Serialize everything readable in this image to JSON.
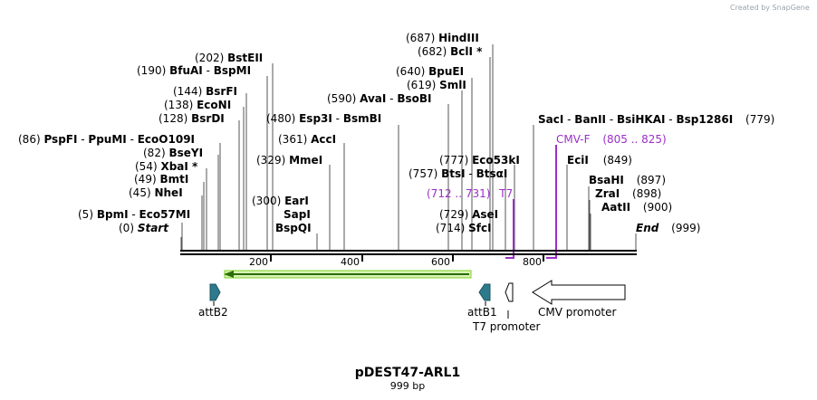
{
  "credit": "Created by SnapGene",
  "map_title": "pDEST47-ARL1",
  "map_subtitle": "999 bp",
  "scale": {
    "total_bp": 999,
    "ticks": [
      "200",
      "400",
      "600",
      "800"
    ]
  },
  "sites": [
    {
      "pos": "(0)",
      "name": "Start"
    },
    {
      "pos": "(5)",
      "name": "BpmI",
      "name2": "Eco57MI"
    },
    {
      "pos": "(45)",
      "name": "NheI"
    },
    {
      "pos": "(49)",
      "name": "BmtI"
    },
    {
      "pos": "(54)",
      "name": "XbaI *"
    },
    {
      "pos": "(82)",
      "name": "BseYI"
    },
    {
      "pos": "(86)",
      "name": "PspFI",
      "name2": "PpuMI",
      "name3": "EcoO109I"
    },
    {
      "pos": "(128)",
      "name": "BsrDI"
    },
    {
      "pos": "(138)",
      "name": "EcoNI"
    },
    {
      "pos": "(144)",
      "name": "BsrFI"
    },
    {
      "pos": "(190)",
      "name": "BfuAI",
      "name2": "BspMI"
    },
    {
      "pos": "(202)",
      "name": "BstEII"
    },
    {
      "pos": "(300)",
      "name": "EarI"
    },
    {
      "name": "SapI"
    },
    {
      "name": "BspQI"
    },
    {
      "pos": "(329)",
      "name": "MmeI"
    },
    {
      "pos": "(361)",
      "name": "AccI"
    },
    {
      "pos": "(480)",
      "name": "Esp3I",
      "name2": "BsmBI"
    },
    {
      "pos": "(590)",
      "name": "AvaI",
      "name2": "BsoBI"
    },
    {
      "pos": "(619)",
      "name": "SmlI"
    },
    {
      "pos": "(640)",
      "name": "BpuEI"
    },
    {
      "pos": "(682)",
      "name": "BclI *"
    },
    {
      "pos": "(687)",
      "name": "HindIII"
    },
    {
      "pos": "(714)",
      "name": "SfcI"
    },
    {
      "pos": "(729)",
      "name": "AseI"
    },
    {
      "pos": "(757)",
      "name": "BtsI",
      "name2": "BtsαI"
    },
    {
      "pos": "(777)",
      "name": "Eco53kI"
    },
    {
      "pos": "(779)",
      "name": "SacI",
      "name2": "BanII",
      "name3": "BsiHKAI",
      "name4": "Bsp1286I"
    },
    {
      "pos": "(849)",
      "name": "EciI"
    },
    {
      "pos": "(897)",
      "name": "BsaHI"
    },
    {
      "pos": "(898)",
      "name": "ZraI"
    },
    {
      "pos": "(900)",
      "name": "AatII"
    },
    {
      "pos": "(999)",
      "name": "End"
    }
  ],
  "primers": [
    {
      "name": "T7",
      "range": "(712 .. 731)"
    },
    {
      "name": "CMV-F",
      "range": "(805 .. 825)"
    }
  ],
  "features": [
    {
      "name": "attB2"
    },
    {
      "name": "attB1"
    },
    {
      "name": "T7 promoter"
    },
    {
      "name": "CMV promoter"
    }
  ],
  "colors": {
    "orf": "#7ed321",
    "att_site": "#2c7a8c",
    "primer": "#9b2fc7",
    "promoter": "#ffffff",
    "backbone": "#000000"
  }
}
